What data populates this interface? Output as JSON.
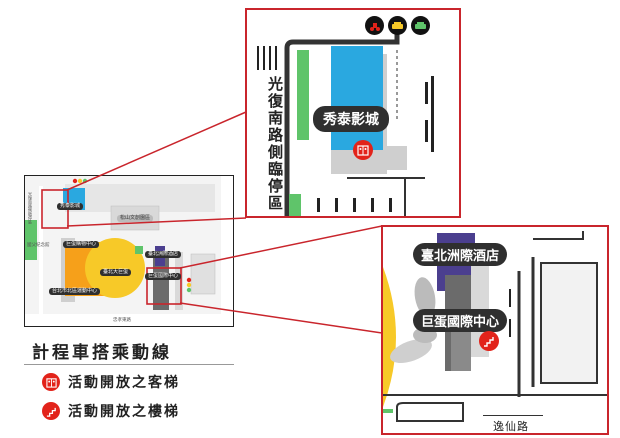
{
  "overview": {
    "labels": {
      "xiutai": "秀泰影城",
      "songshan": "松山文創園區",
      "citymall": "巨蛋購物中心",
      "taipei_dome": "臺北大巨蛋",
      "taipei_hotel": "臺北洲際酒店",
      "dome_center": "巨蛋國際中心",
      "sports_park": "台北市北區運動中心",
      "guangfu_side": "光復南路側臨停區",
      "memorial": "國父紀念館",
      "road_bottom": "忠孝東路"
    }
  },
  "inset_top": {
    "building_label": "秀泰影城",
    "side_stop_label": "光復南路側臨停區"
  },
  "inset_bottom": {
    "hotel_label": "臺北洲際酒店",
    "center_label": "巨蛋國際中心",
    "road_label": "逸仙路"
  },
  "legend": {
    "title": "計程車搭乘動線",
    "elevator_text": "活動開放之客梯",
    "stairs_text": "活動開放之樓梯"
  },
  "colors": {
    "frame_red": "#c9252c",
    "cyan_building": "#2aa8e0",
    "yellow_dome": "#f7c928",
    "purple_building": "#4b3f8f",
    "green": "#5fc46a",
    "pill_dark": "#2f2f2f"
  },
  "icons": [
    "elevator-icon",
    "stairs-icon",
    "scooter-icon",
    "taxi-icon",
    "car-icon"
  ]
}
